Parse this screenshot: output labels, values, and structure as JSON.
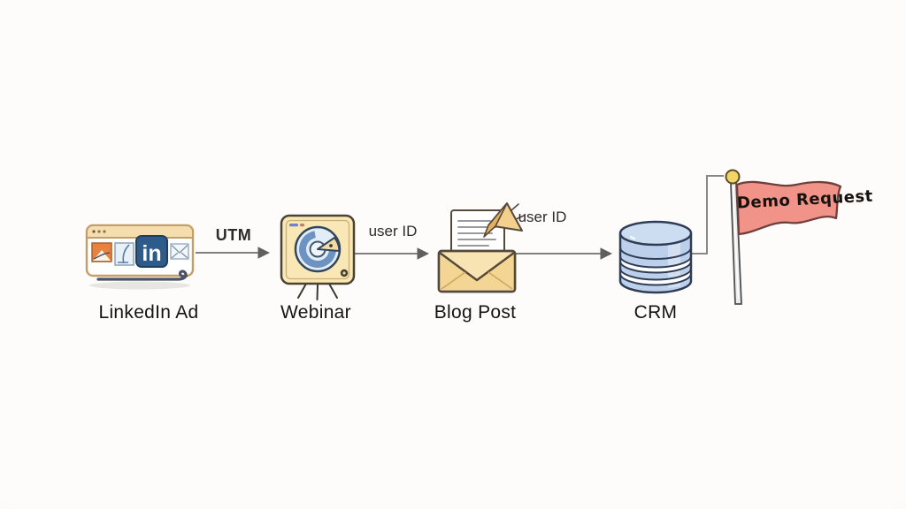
{
  "nodes": {
    "linkedin_ad": {
      "label": "LinkedIn Ad",
      "logo_text": "in"
    },
    "webinar": {
      "label": "Webinar"
    },
    "blog_post": {
      "label": "Blog Post"
    },
    "crm": {
      "label": "CRM"
    },
    "demo_request": {
      "label": "Demo Request"
    }
  },
  "edges": {
    "linkedin_to_webinar": {
      "label": "UTM"
    },
    "webinar_to_blog": {
      "label": "user ID"
    },
    "blog_to_crm": {
      "label": "user ID"
    },
    "crm_to_flag": {
      "label": ""
    }
  },
  "colors": {
    "background": "#fcfbf9",
    "linkedin_blue": "#2e5c8a",
    "browser_titlebar_tan": "#f6ddae",
    "thumbnail_orange": "#e8823e",
    "board_cream": "#f9e7b6",
    "chart_ring_blue": "#6d93c2",
    "envelope_tan": "#f8e3b2",
    "envelope_flap": "#f4d694",
    "database_blue": "#bdd0eb",
    "flag_salmon": "#f2938a",
    "flag_ball_yellow": "#f3d469",
    "arrow_gray": "#6e6e6e",
    "label_black": "#141414"
  }
}
